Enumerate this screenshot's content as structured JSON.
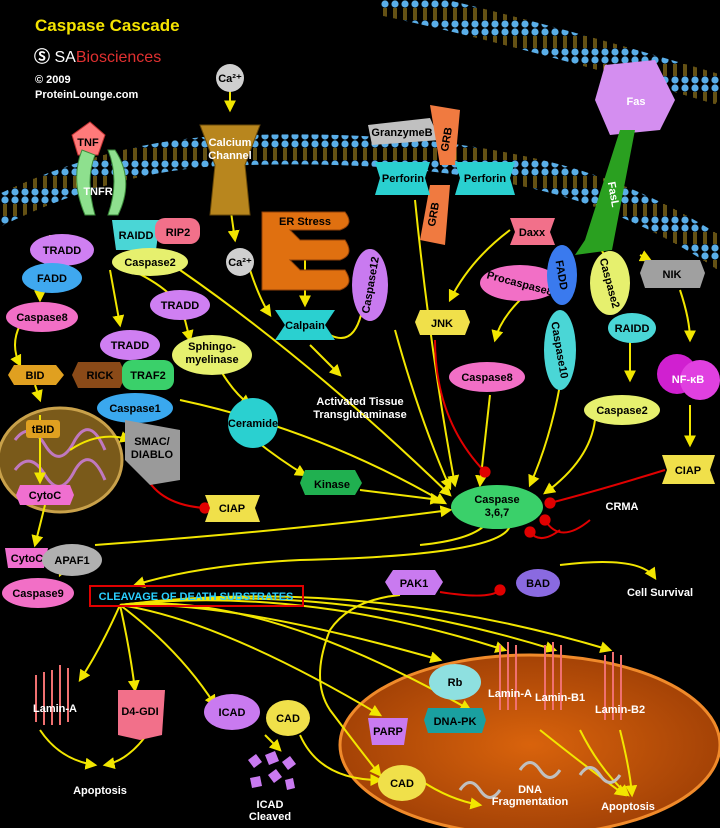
{
  "header": {
    "title": "Caspase Cascade",
    "brand_sa": "SA",
    "brand_rest": "Biosciences",
    "copyright_symbol": "©",
    "year": "2009",
    "site": "ProteinLounge.com"
  },
  "labels": {
    "tnf": "TNF",
    "tnfr": "TNFR",
    "tradd1": "TRADD",
    "fadd1": "FADD",
    "caspase8_left": "Caspase8",
    "bid": "BID",
    "tbid": "tBID",
    "cytoc1": "CytoC",
    "cytoc2": "CytoC",
    "apaf1": "APAF1",
    "caspase9": "Caspase9",
    "raidd1": "RAIDD",
    "rip2": "RIP2",
    "caspase2_top": "Caspase2",
    "tradd2": "TRADD",
    "tradd3": "TRADD",
    "rick": "RICK",
    "traf2": "TRAF2",
    "caspase1": "Caspase1",
    "sphingo": "Sphingo-\nmyelinase",
    "smac": "SMAC/\nDIABLO",
    "ciap1": "CIAP",
    "ceramide": "Ceramide",
    "kinase": "Kinase",
    "ca1": "Ca²⁺",
    "ca2": "Ca²⁺",
    "calcium_channel": "Calcium\nChannel",
    "er_stress": "ER Stress",
    "calpain": "Calpain",
    "caspase12": "Caspase12",
    "att": "Activated Tissue\nTransglutaminase",
    "granzymeb": "GranzymeB",
    "grb1": "GRB",
    "grb2": "GRB",
    "perforin1": "Perforin",
    "perforin2": "Perforin",
    "jnk": "JNK",
    "procaspase8": "Procaspase8",
    "caspase8_right": "Caspase8",
    "daxx": "Daxx",
    "fadd2": "FADD",
    "caspase10": "Caspase10",
    "fas": "Fas",
    "fasl": "FasL",
    "caspase2_right": "Caspase2",
    "raidd2": "RAIDD",
    "caspase2_low": "Caspase2",
    "nik": "NIK",
    "nfkb": "NF-κB",
    "ciap2": "CIAP",
    "caspase367": "Caspase\n3,6,7",
    "crma": "CRMA",
    "pak1": "PAK1",
    "bad": "BAD",
    "cell_survival": "Cell Survival",
    "cleavage": "CLEAVAGE OF DEATH SUBSTRATES",
    "lamin_a_left": "Lamin-A",
    "d4gdi": "D4-GDI",
    "icad": "ICAD",
    "cad1": "CAD",
    "icad_cleaved": "ICAD\nCleaved",
    "apoptosis1": "Apoptosis",
    "rb": "Rb",
    "lamin_a_right": "Lamin-A",
    "lamin_b1": "Lamin-B1",
    "lamin_b2": "Lamin-B2",
    "parp": "PARP",
    "dnapk": "DNA-PK",
    "cad2": "CAD",
    "dna_frag": "DNA\nFragmentation",
    "apoptosis2": "Apoptosis"
  },
  "colors": {
    "arrow": "#f2e600",
    "inhibit": "#e00000",
    "membrane": "#4a9fe0",
    "title": "#f5e400",
    "nucleus": "#e8731a"
  }
}
